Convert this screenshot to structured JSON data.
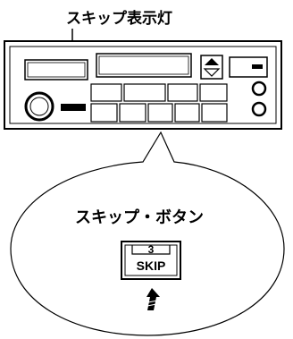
{
  "labels": {
    "indicator": "スキップ表示灯",
    "button_name": "スキップ・ボタン",
    "button_number": "3",
    "button_text": "SKIP"
  },
  "icons": {
    "eject": "eject-triangle-icon",
    "press": "press-hand-icon"
  }
}
